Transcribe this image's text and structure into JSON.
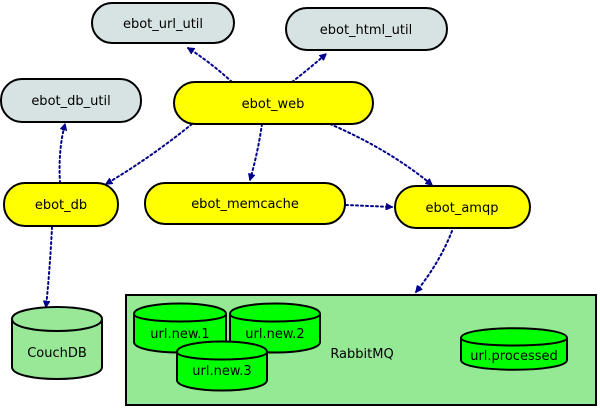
{
  "colors": {
    "util_fill": "#d6e3e2",
    "core_fill": "#ffff00",
    "db_fill": "#98e898",
    "queue_fill": "#00ff00",
    "rabbit_fill": "#95e995",
    "edge": "#00008b"
  },
  "nodes": {
    "ebot_url_util": "ebot_url_util",
    "ebot_html_util": "ebot_html_util",
    "ebot_db_util": "ebot_db_util",
    "ebot_web": "ebot_web",
    "ebot_db": "ebot_db",
    "ebot_memcache": "ebot_memcache",
    "ebot_amqp": "ebot_amqp",
    "couchdb": "CouchDB"
  },
  "rabbitmq": {
    "label": "RabbitMQ",
    "queues": [
      "url.new.1",
      "url.new.2",
      "url.new.3",
      "url.processed"
    ]
  }
}
